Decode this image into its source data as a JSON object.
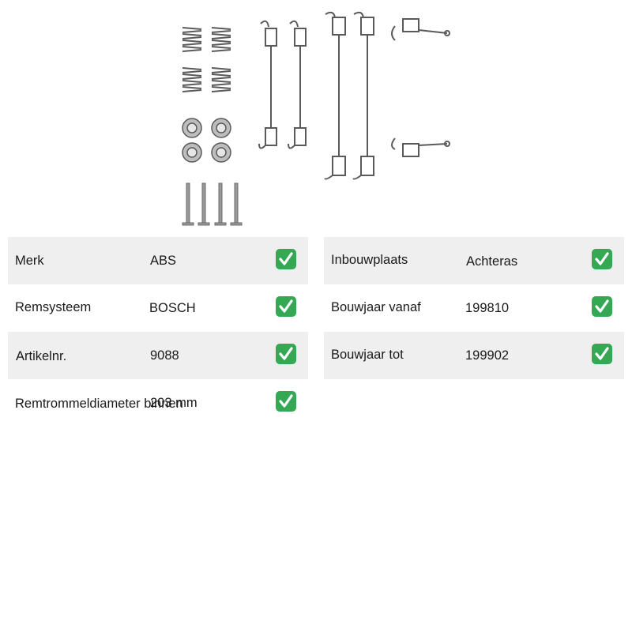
{
  "specs_left": [
    {
      "label": "Merk",
      "value": "ABS",
      "checked": true
    },
    {
      "label": "Remsysteem",
      "value": "BOSCH",
      "checked": true
    },
    {
      "label": "Artikelnr.",
      "value": "9088",
      "checked": true
    },
    {
      "label": "Remtrommeldiameter binnen",
      "value": "203 mm",
      "checked": true
    }
  ],
  "specs_right": [
    {
      "label": "Inbouwplaats",
      "value": "Achteras",
      "checked": true
    },
    {
      "label": "Bouwjaar vanaf",
      "value": "199810",
      "checked": true
    },
    {
      "label": "Bouwjaar tot",
      "value": "199902",
      "checked": true
    }
  ],
  "colors": {
    "row_shade": "#efefef",
    "check_green": "#34a853",
    "part_metal": "#8a8a8a"
  },
  "icons": {
    "check": "check-mark-icon"
  }
}
